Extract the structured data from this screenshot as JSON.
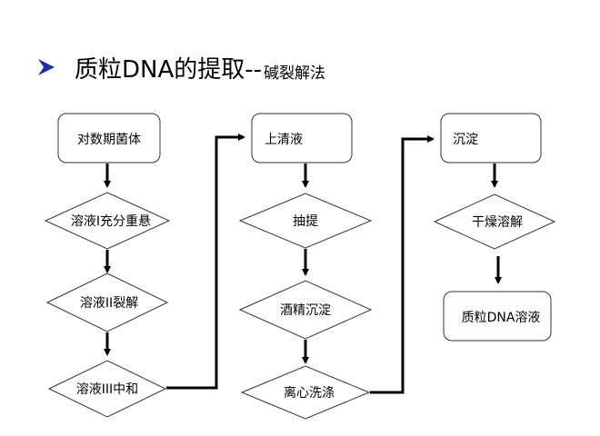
{
  "title": {
    "main": "质粒DNA的提取--",
    "sub": "碱裂解法"
  },
  "colors": {
    "bullet": "#1f2e9e",
    "line": "#000000",
    "box_border": "#333333"
  },
  "nodes": {
    "log_phase": "对数期菌体",
    "sol1": "溶液I充分重悬",
    "sol2": "溶液II裂解",
    "sol3": "溶液III中和",
    "supernatant": "上清液",
    "extract": "抽提",
    "alcohol": "酒精沉淀",
    "centrifuge": "离心洗涤",
    "precipitate": "沉淀",
    "dry": "干燥溶解",
    "result": "质粒DNA溶液"
  }
}
